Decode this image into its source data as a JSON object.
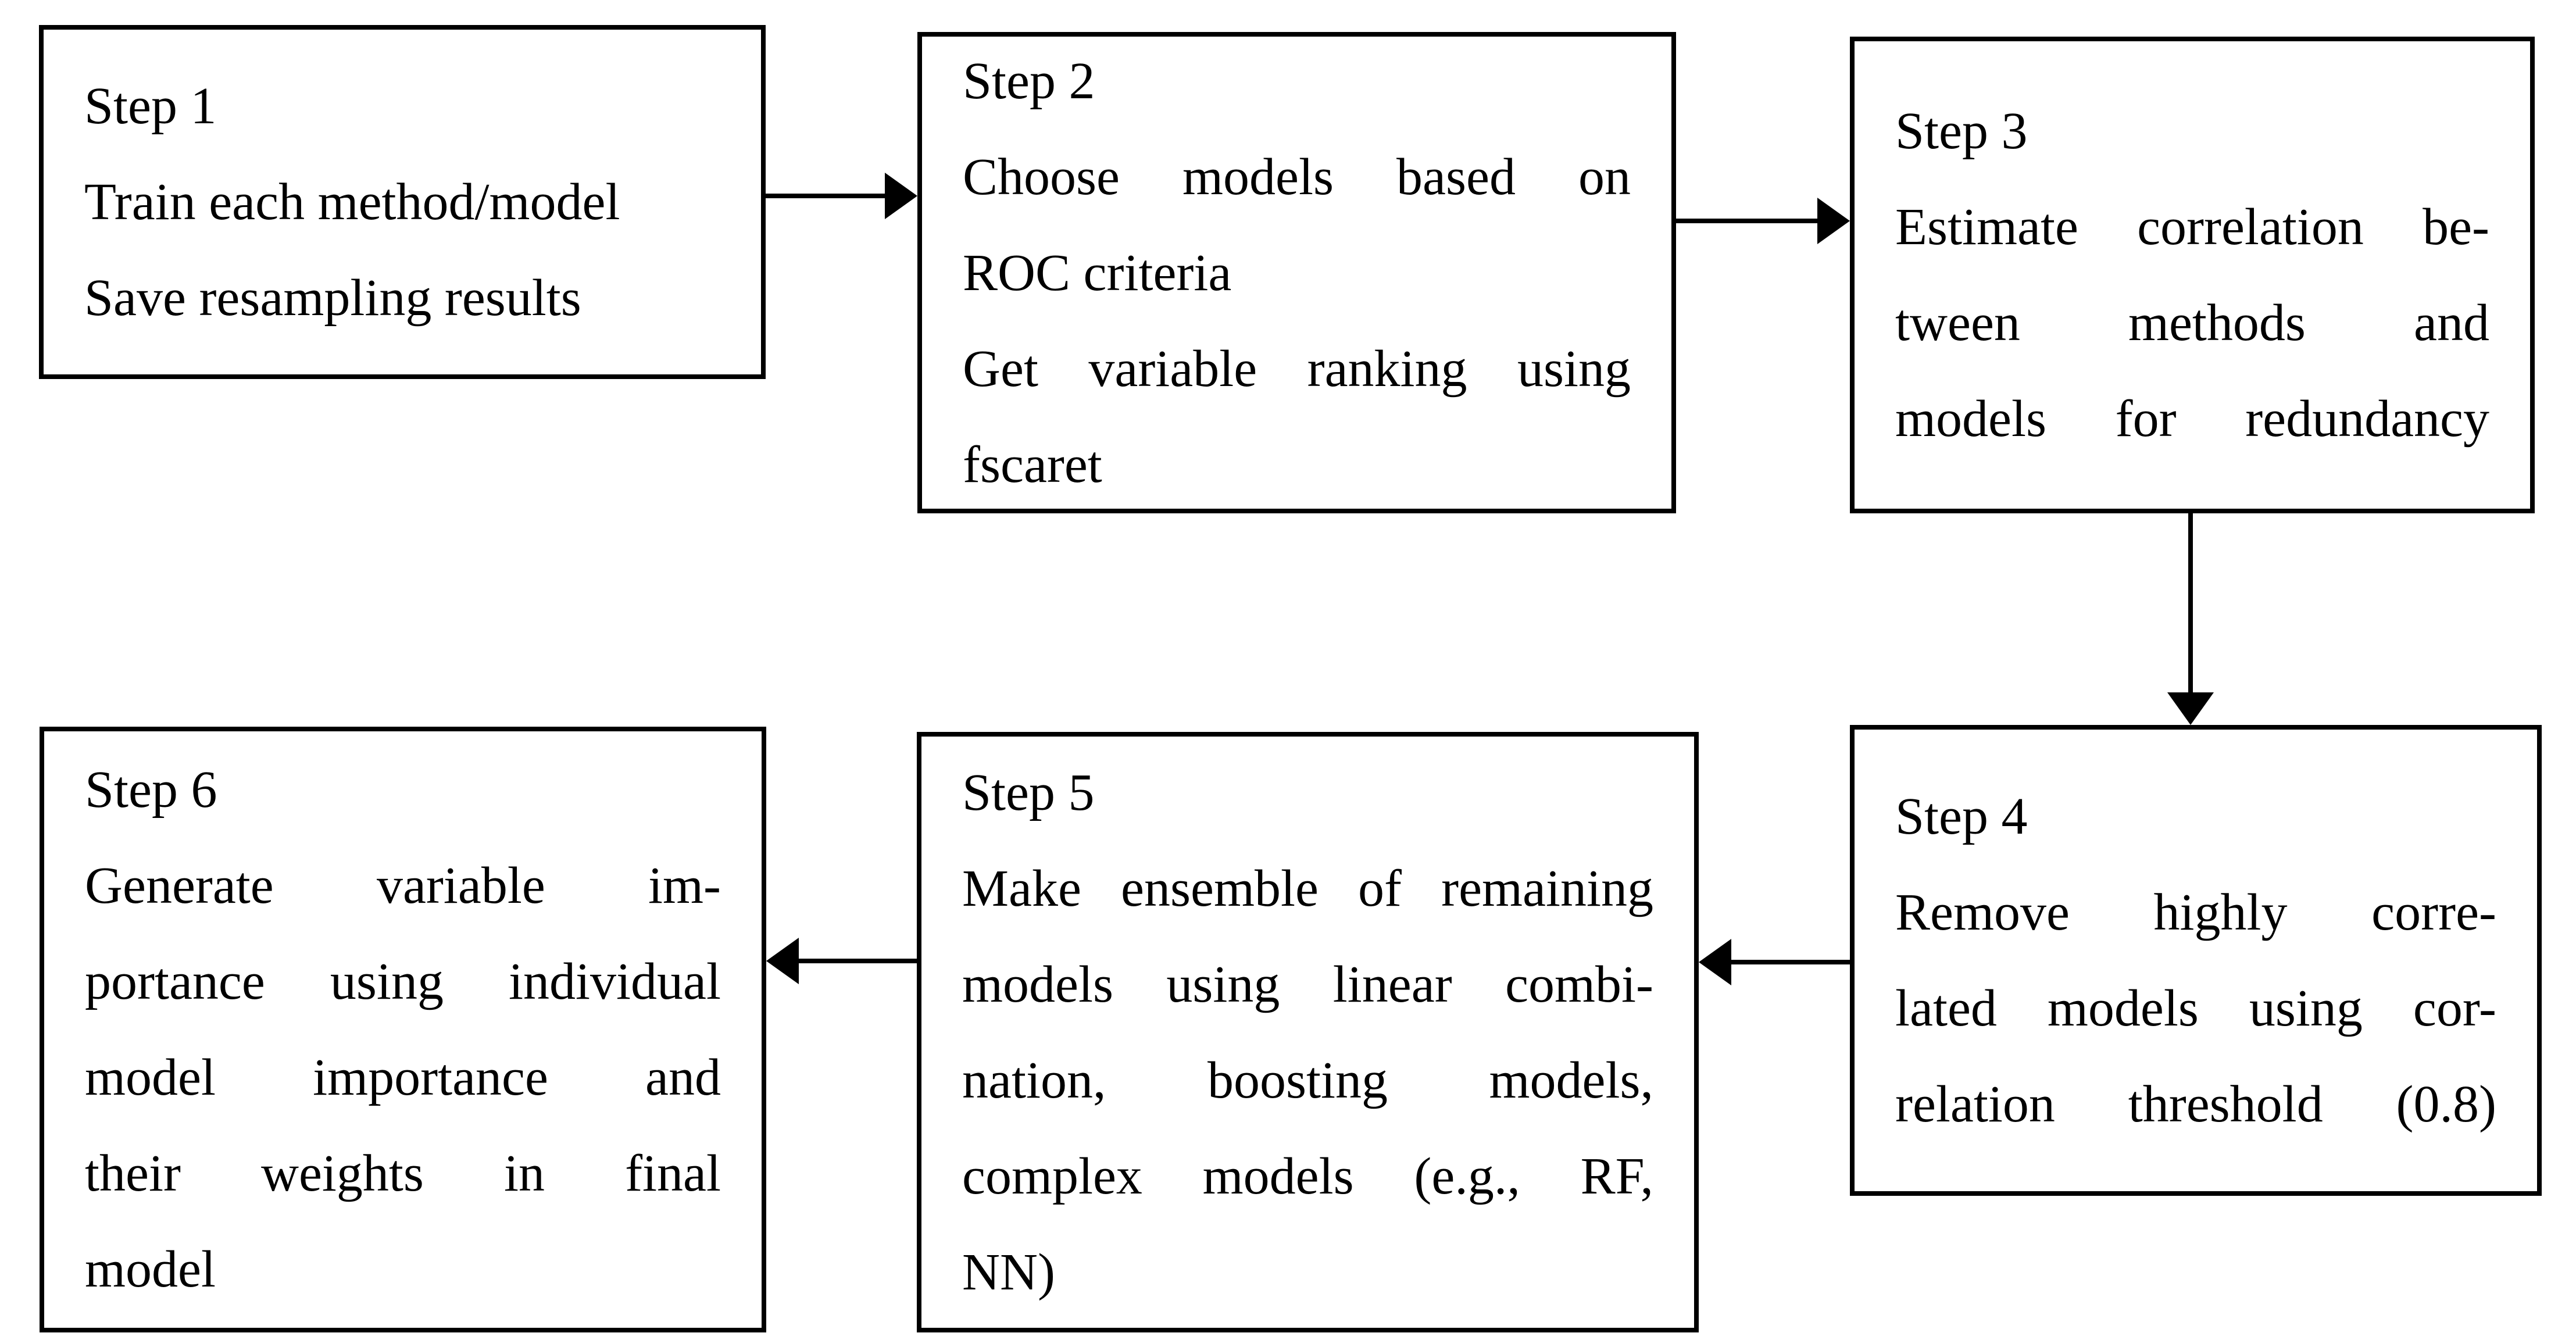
{
  "figure": {
    "type": "flowchart",
    "background_color": "#ffffff",
    "ink_color": "#000000",
    "description": "Six-step machine learning ensemble workflow flowchart"
  },
  "boxes": [
    {
      "id": "step-1",
      "title": "Step 1",
      "lines": [
        {
          "text": "Train each method/model",
          "justify": false
        },
        {
          "text": "Save resampling results",
          "justify": false
        }
      ]
    },
    {
      "id": "step-2",
      "title": "Step 2",
      "lines": [
        {
          "text": "Choose models based on",
          "justify": true
        },
        {
          "text": "ROC criteria",
          "justify": false
        },
        {
          "text": "Get variable ranking using",
          "justify": true
        },
        {
          "text": "fscaret",
          "justify": false
        }
      ]
    },
    {
      "id": "step-3",
      "title": "Step 3",
      "lines": [
        {
          "text": "Estimate correlation be-",
          "justify": true
        },
        {
          "text": "tween methods and",
          "justify": true
        },
        {
          "text": "models for redundancy",
          "justify": true
        }
      ]
    },
    {
      "id": "step-4",
      "title": "Step 4",
      "lines": [
        {
          "text": "Remove highly corre-",
          "justify": true
        },
        {
          "text": "lated models using cor-",
          "justify": true
        },
        {
          "text": "relation threshold (0.8)",
          "justify": true
        }
      ]
    },
    {
      "id": "step-5",
      "title": "Step 5",
      "lines": [
        {
          "text": "Make ensemble of remaining",
          "justify": true
        },
        {
          "text": "models using linear combi-",
          "justify": true
        },
        {
          "text": "nation, boosting models,",
          "justify": true
        },
        {
          "text": "complex models (e.g., RF,",
          "justify": true
        },
        {
          "text": "NN)",
          "justify": false
        }
      ]
    },
    {
      "id": "step-6",
      "title": "Step 6",
      "lines": [
        {
          "text": "Generate variable im-",
          "justify": true
        },
        {
          "text": "portance using individual",
          "justify": true
        },
        {
          "text": "model importance and",
          "justify": true
        },
        {
          "text": "their weights in final",
          "justify": true
        },
        {
          "text": "model",
          "justify": false
        }
      ]
    }
  ],
  "arrows": [
    {
      "id": "step1-to-step2",
      "from": "step-1",
      "to": "step-2",
      "direction": "right"
    },
    {
      "id": "step2-to-step3",
      "from": "step-2",
      "to": "step-3",
      "direction": "right"
    },
    {
      "id": "step3-to-step4",
      "from": "step-3",
      "to": "step-4",
      "direction": "down"
    },
    {
      "id": "step4-to-step5",
      "from": "step-4",
      "to": "step-5",
      "direction": "left"
    },
    {
      "id": "step5-to-step6",
      "from": "step-5",
      "to": "step-6",
      "direction": "left"
    }
  ]
}
